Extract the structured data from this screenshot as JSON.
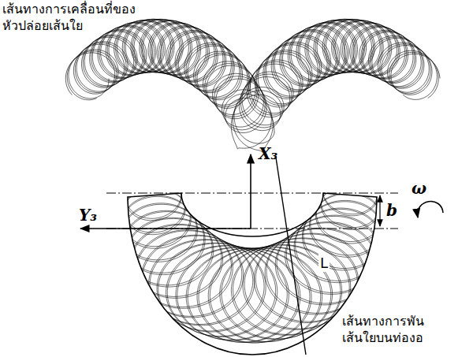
{
  "diagram": {
    "labels": [
      "เส้นทางการเคลื่อนที่ของ หัวปล่อยเส้นใย",
      "X₃",
      "Y₃",
      "b",
      "ω",
      "L",
      "เส้นทางการพัน เส้นใยบนท่องอ"
    ]
  }
}
